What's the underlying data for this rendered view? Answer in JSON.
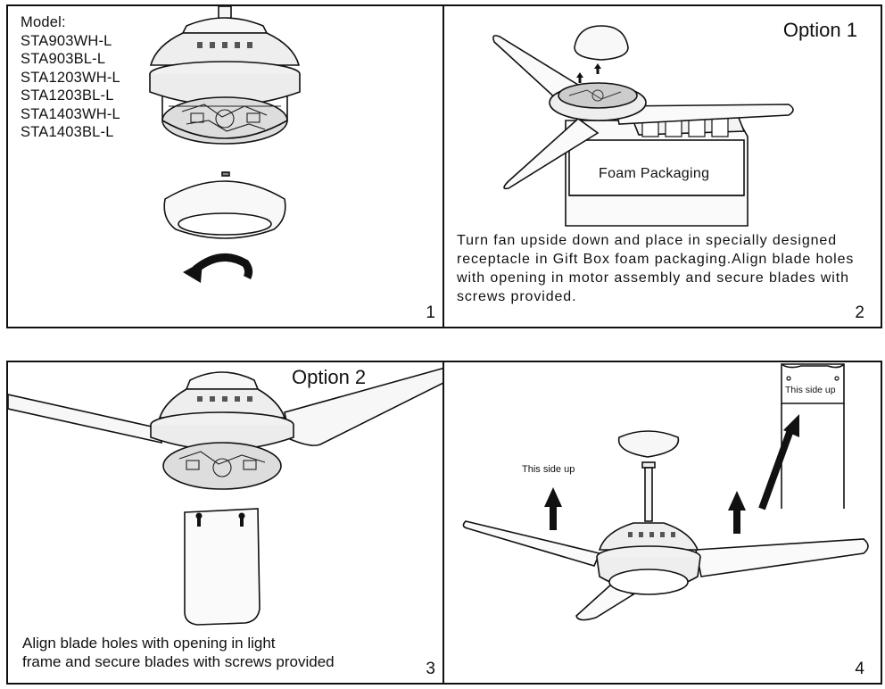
{
  "panel1": {
    "model_heading": "Model:",
    "models": [
      "STA903WH-L",
      "STA903BL-L",
      "STA1203WH-L",
      "STA1203BL-L",
      "STA1403WH-L",
      "STA1403BL-L"
    ],
    "step_number": "1"
  },
  "panel2": {
    "option_label": "Option 1",
    "foam_label": "Foam Packaging",
    "instruction": "Turn fan upside down and place in specially designed receptacle in Gift Box foam packaging.Align blade holes with opening in motor assembly and secure blades with screws provided.",
    "step_number": "2"
  },
  "panel3": {
    "option_label": "Option 2",
    "instruction_line1": "Align blade holes with opening in light",
    "instruction_line2": "frame and secure blades with screws provided",
    "step_number": "3"
  },
  "panel4": {
    "this_side_up_label": "This side up",
    "blade_tip_label": "This side up",
    "step_number": "4"
  }
}
